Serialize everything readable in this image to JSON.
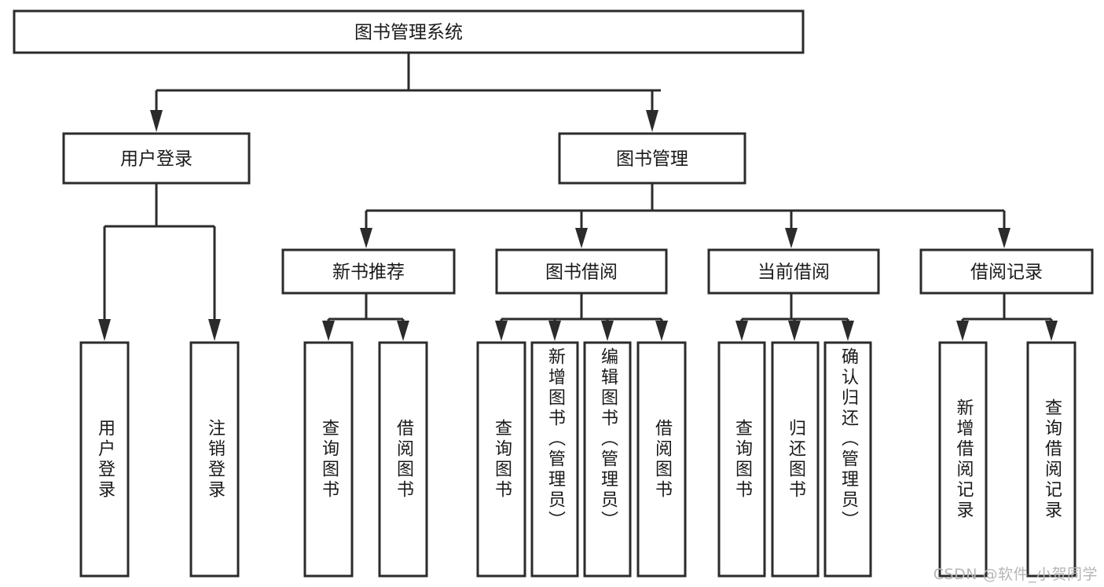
{
  "diagram": {
    "type": "tree-hierarchy-chart",
    "title": "图书管理系统",
    "colors": {
      "box_stroke": "#2b2b2b",
      "box_fill": "#ffffff",
      "text": "#1a1a1a",
      "background": "#ffffff",
      "watermark": "#b6b6b6"
    },
    "root": {
      "label": "图书管理系统"
    },
    "level2": [
      {
        "label": "用户登录"
      },
      {
        "label": "图书管理"
      }
    ],
    "level3": [
      {
        "label": "新书推荐"
      },
      {
        "label": "图书借阅"
      },
      {
        "label": "当前借阅"
      },
      {
        "label": "借阅记录"
      }
    ],
    "leaves": {
      "user_login": [
        {
          "label": "用户登录"
        },
        {
          "label": "注销登录"
        }
      ],
      "new_book_recommend": [
        {
          "label": "查询图书"
        },
        {
          "label": "借阅图书"
        }
      ],
      "book_borrow": [
        {
          "label": "查询图书"
        },
        {
          "label": "新增图书（管理员）"
        },
        {
          "label": "编辑图书（管理员）"
        },
        {
          "label": "借阅图书"
        }
      ],
      "current_borrow": [
        {
          "label": "查询图书"
        },
        {
          "label": "归还图书"
        },
        {
          "label": "确认归还（管理员）"
        }
      ],
      "borrow_record": [
        {
          "label": "新增借阅记录"
        },
        {
          "label": "查询借阅记录"
        }
      ]
    }
  },
  "watermark": {
    "text": "CSDN @软件_小贺同学"
  }
}
